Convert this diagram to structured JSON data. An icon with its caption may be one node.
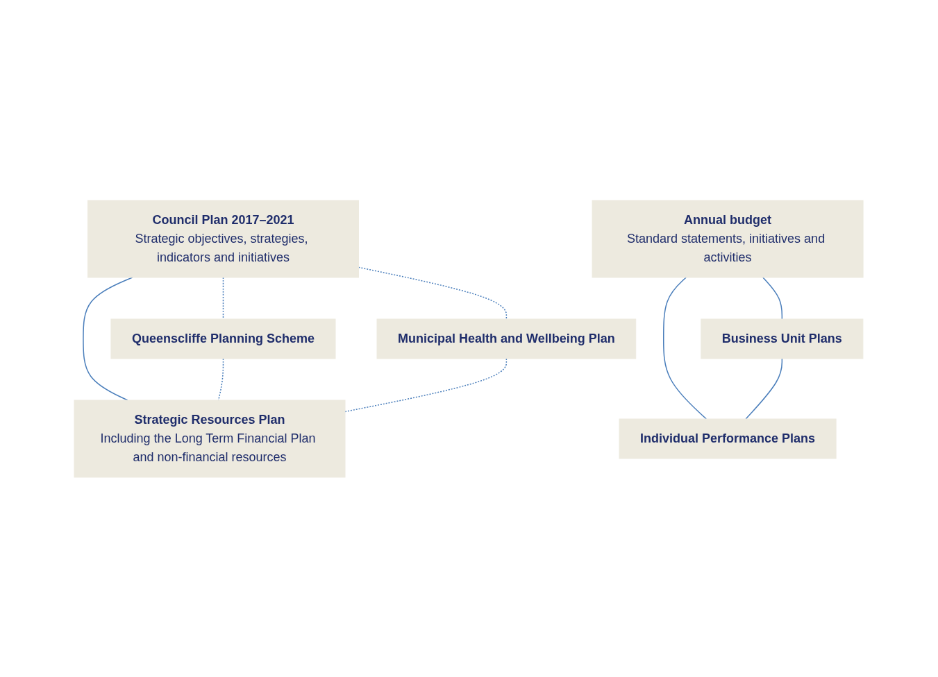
{
  "diagram": {
    "nodes": [
      {
        "text": [
          "Council Plan 2017–2021",
          "Strategic objectives, strategies, indicators and initiatives"
        ]
      },
      {
        "text": [
          "Queenscliffe Planning Scheme"
        ]
      },
      {
        "text": [
          "Municipal Health and Wellbeing Plan"
        ]
      },
      {
        "text": [
          "Strategic Resources Plan",
          "Including the Long Term Financial Plan and non-financial resources"
        ]
      },
      {
        "text": [
          "Annual budget",
          "Standard statements, initiatives and activities"
        ]
      },
      {
        "text": [
          "Business Unit Plans"
        ]
      },
      {
        "text": [
          "Individual Performance Plans"
        ]
      }
    ],
    "edges": [
      {
        "from": 0,
        "to": 1,
        "arrow": "none",
        "style": "dashed"
      },
      {
        "from": 0,
        "to": 2,
        "arrow": "none",
        "style": "dashed"
      },
      {
        "from": 0,
        "to": 3,
        "arrow": "none"
      },
      {
        "from": 1,
        "to": 3,
        "arrow": "none",
        "style": "dashed"
      },
      {
        "from": 2,
        "to": 3,
        "arrow": "none",
        "style": "dashed"
      },
      {
        "from": 4,
        "to": 5,
        "arrow": "none"
      },
      {
        "from": 4,
        "to": 6,
        "arrow": "none"
      },
      {
        "from": 5,
        "to": 6,
        "arrow": "none"
      }
    ]
  }
}
